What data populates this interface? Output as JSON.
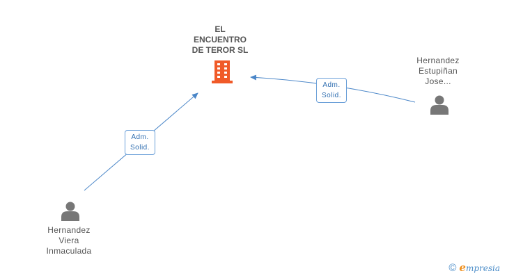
{
  "company": {
    "name": "EL\nENCUENTRO\nDE TEROR  SL",
    "icon": "building-icon",
    "color": "#f05a28"
  },
  "persons": [
    {
      "name": "Hernandez\nViera\nInmaculada",
      "icon": "person-icon"
    },
    {
      "name": "Hernandez\nEstupiñan\nJose...",
      "icon": "person-icon"
    }
  ],
  "relations": [
    {
      "label": "Adm.\nSolid.",
      "from": "Hernandez\nViera\nInmaculada",
      "to": "EL\nENCUENTRO\nDE TEROR  SL"
    },
    {
      "label": "Adm.\nSolid.",
      "from": "Hernandez\nEstupiñan\nJose...",
      "to": "EL\nENCUENTRO\nDE TEROR  SL"
    }
  ],
  "colors": {
    "edge": "#4a86c8",
    "person": "#777777",
    "text": "#555555"
  },
  "footer": {
    "copyright_symbol": "©",
    "brand_initial": "e",
    "brand_rest": "mpresia"
  }
}
